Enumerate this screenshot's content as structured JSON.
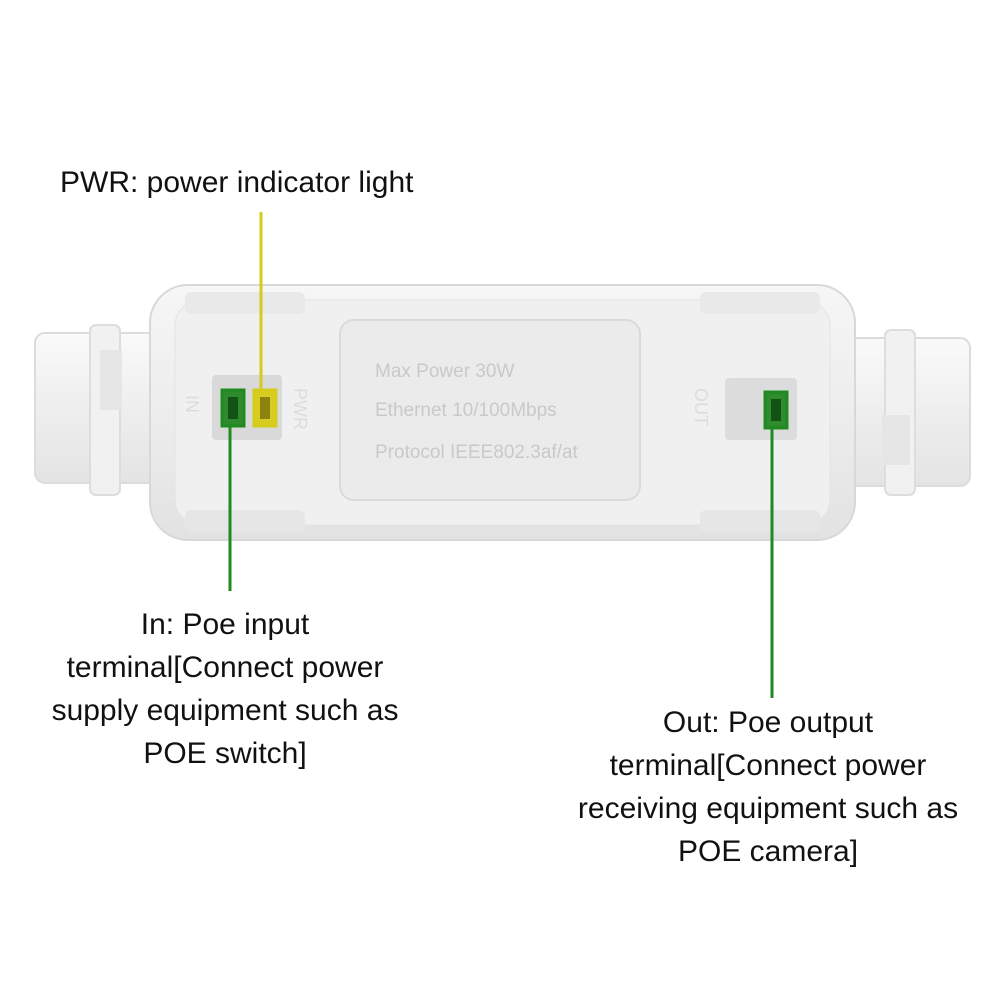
{
  "callouts": {
    "pwr": {
      "text": "PWR: power indicator light",
      "color": "#d4cc1a"
    },
    "in": {
      "lines": [
        "In: Poe input",
        "terminal[Connect power",
        "supply equipment such as",
        "POE switch]"
      ],
      "color": "#1f8a1f"
    },
    "out": {
      "lines": [
        "Out: Poe output",
        "terminal[Connect power",
        "receiving equipment such as",
        "POE camera]"
      ],
      "color": "#1f8a1f"
    }
  },
  "device": {
    "port_in_label": "IN",
    "pwr_label": "PWR",
    "port_out_label": "OUT",
    "plate": [
      "Max  Power 30W",
      "Ethernet 10/100Mbps",
      "Protocol IEEE802.3af/at"
    ]
  }
}
